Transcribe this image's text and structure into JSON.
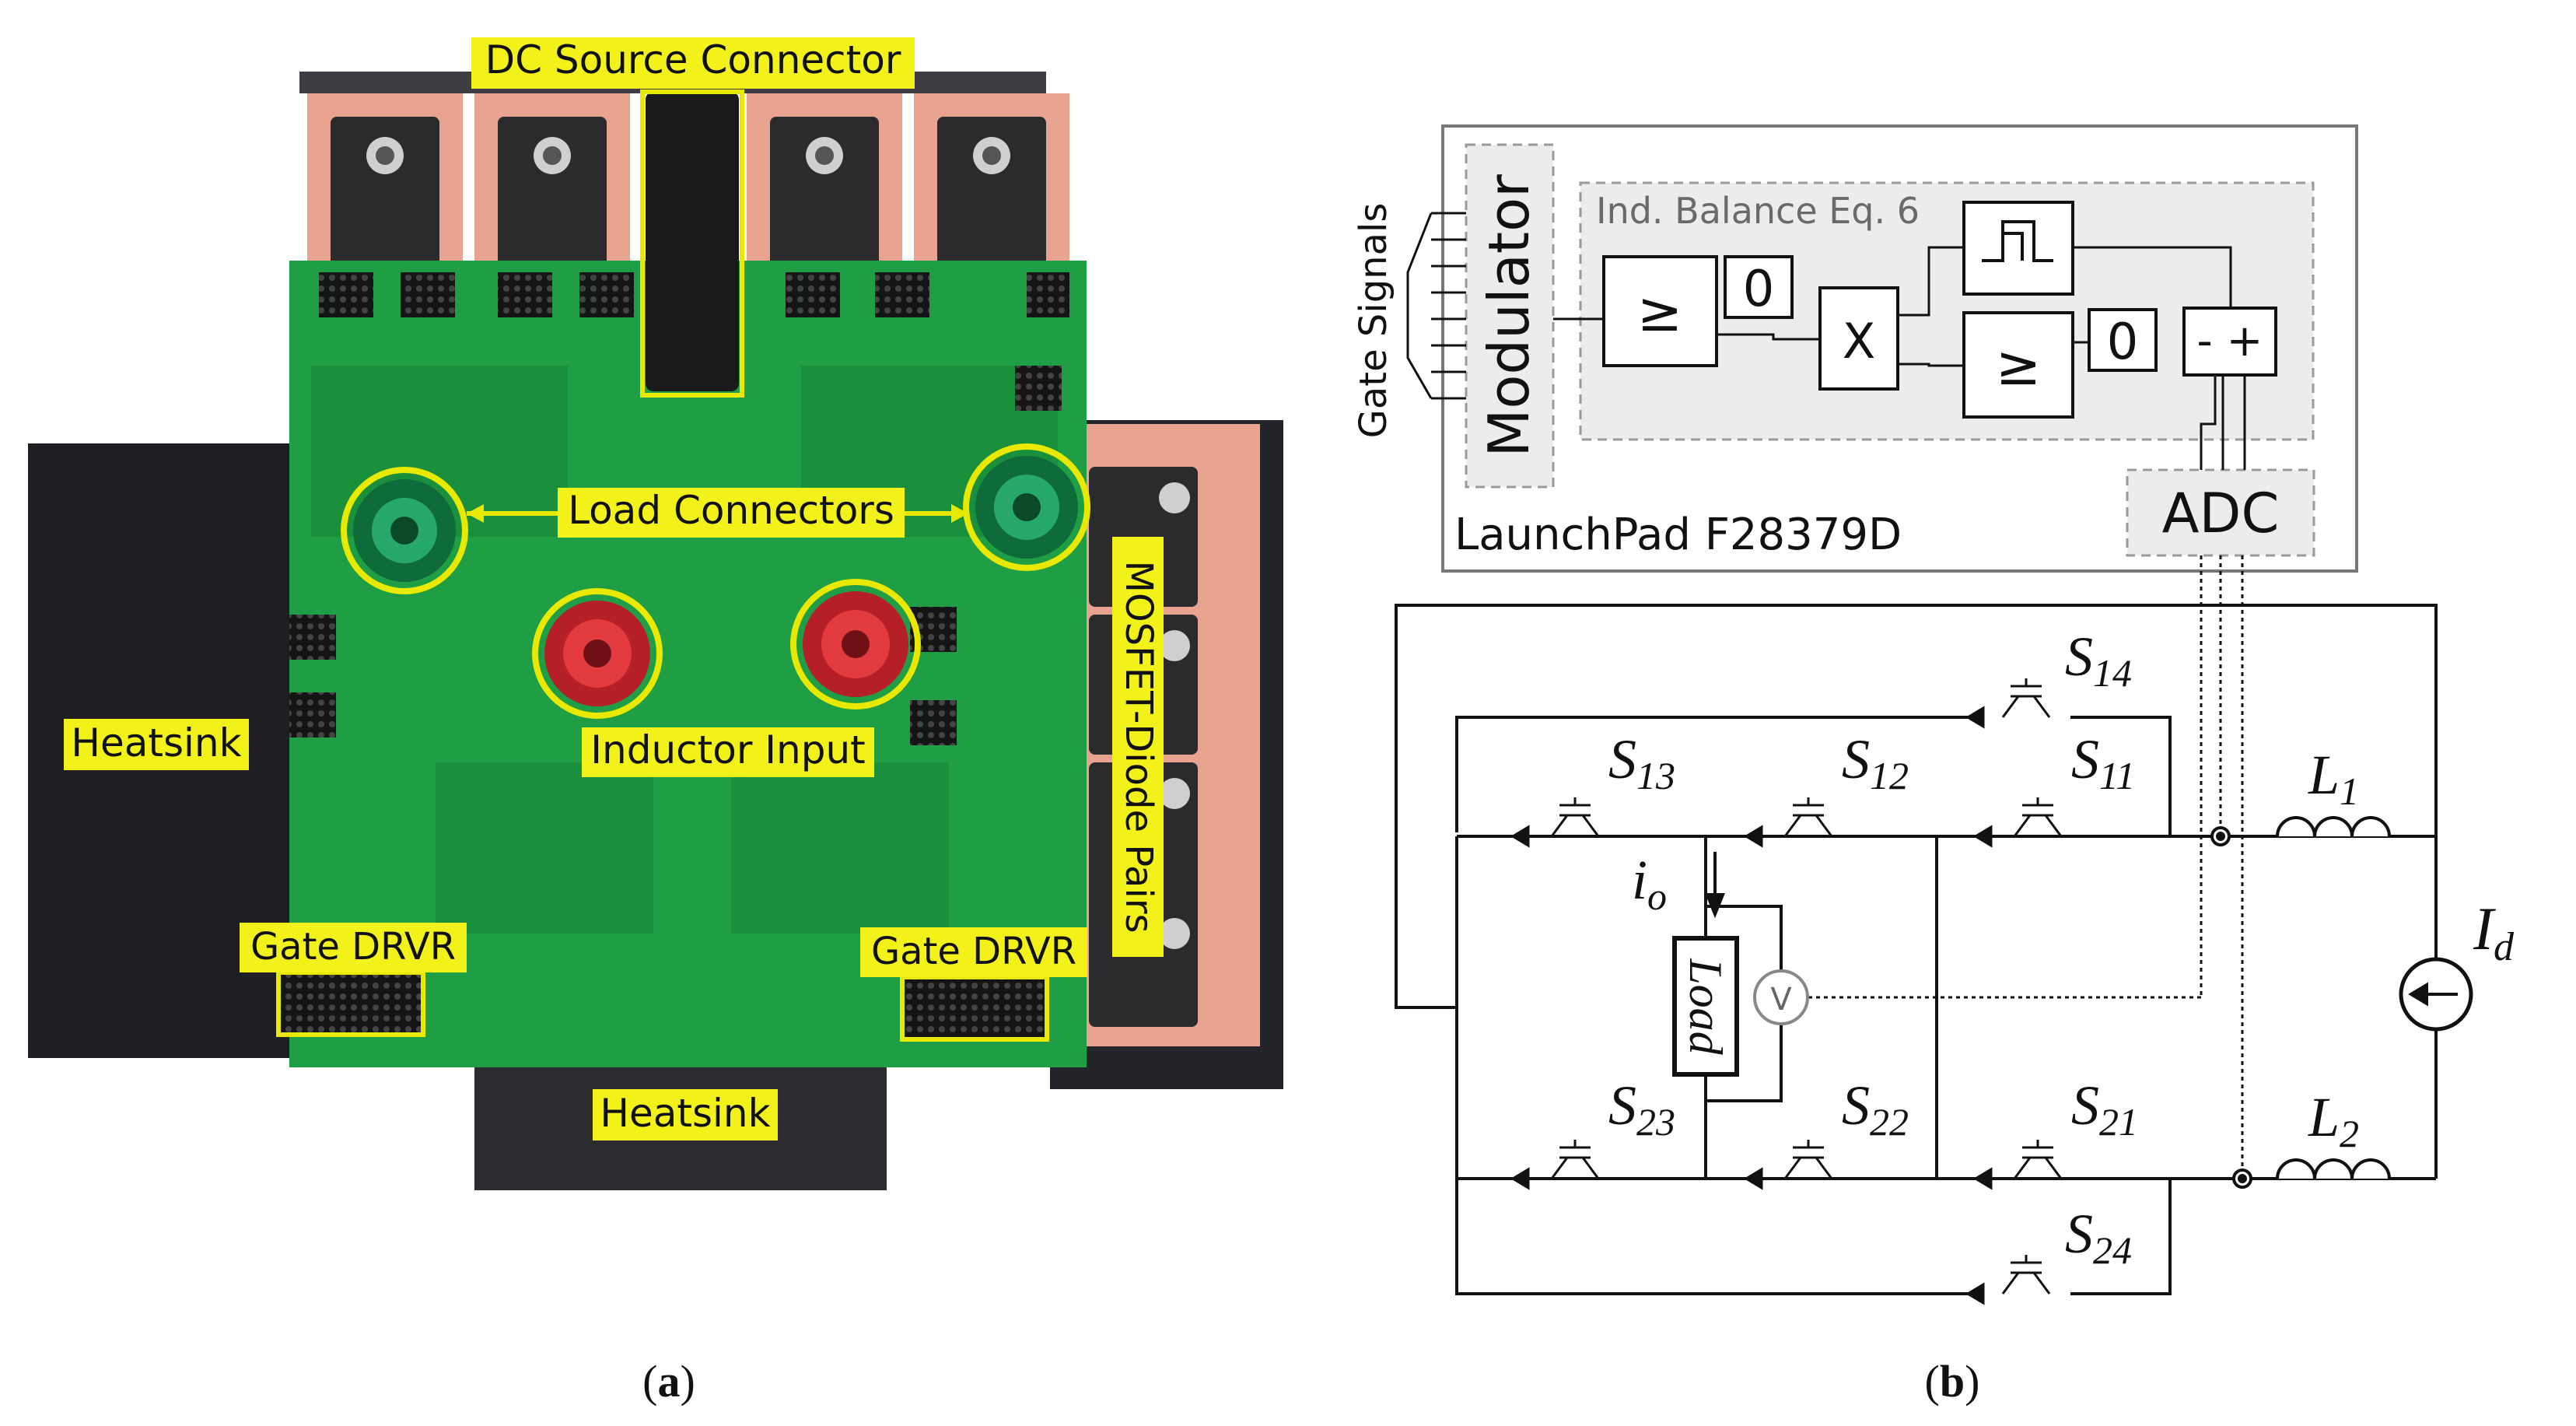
{
  "panel_a": {
    "caption_letter": "a",
    "labels": {
      "dc_source": "DC Source Connector",
      "load_connectors": "Load Connectors",
      "inductor_input": "Inductor Input",
      "mosfet_diode": "MOSFET-Diode Pairs",
      "heatsink_left": "Heatsink",
      "heatsink_bottom": "Heatsink",
      "gate_drvr_left": "Gate DRVR",
      "gate_drvr_right": "Gate DRVR"
    },
    "colors": {
      "pcb": "#1f9e45",
      "label_bg": "#f2f21a",
      "outline": "#e8e800",
      "heatsink": "#1d1f22",
      "copper_pad": "#e8a391"
    }
  },
  "panel_b": {
    "caption_letter": "b",
    "controller": {
      "board_label": "LaunchPad F28379D",
      "modulator": "Modulator",
      "gate_signals": "Gate Signals",
      "balance_label": "Ind. Balance Eq. 6",
      "ge_symbol": "≥",
      "zero": "0",
      "multiply": "X",
      "sum_signs": "- +",
      "adc": "ADC"
    },
    "switches": [
      {
        "base": "S",
        "sub": "14"
      },
      {
        "base": "S",
        "sub": "13"
      },
      {
        "base": "S",
        "sub": "12"
      },
      {
        "base": "S",
        "sub": "11"
      },
      {
        "base": "S",
        "sub": "23"
      },
      {
        "base": "S",
        "sub": "22"
      },
      {
        "base": "S",
        "sub": "21"
      },
      {
        "base": "S",
        "sub": "24"
      }
    ],
    "inductors": [
      {
        "base": "L",
        "sub": "1"
      },
      {
        "base": "L",
        "sub": "2"
      }
    ],
    "current_source": {
      "base": "I",
      "sub": "d"
    },
    "output_current": {
      "base": "i",
      "sub": "o"
    },
    "load": "Load",
    "voltmeter": "V"
  }
}
